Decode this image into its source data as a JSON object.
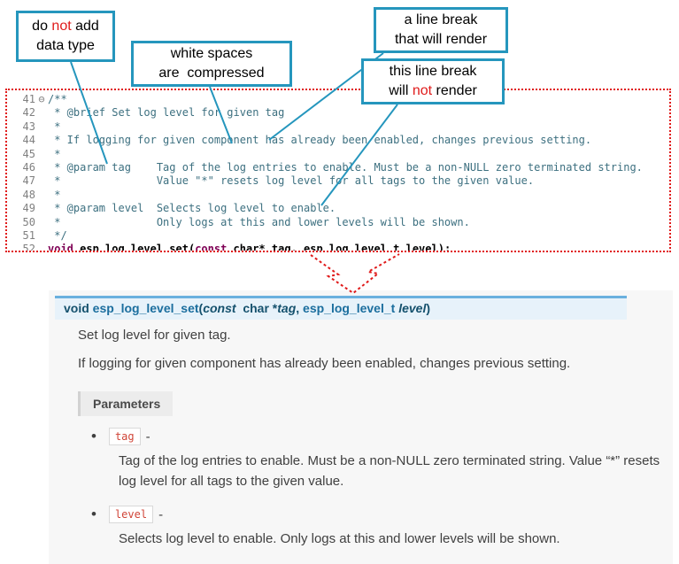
{
  "colors": {
    "accent_teal": "#2596bd",
    "annotation_red": "#e01b1b",
    "comment_text": "#3d7080",
    "keyword_purple": "#7f0055",
    "signature_background": "#e7f2fa",
    "signature_top_border": "#6ab0de",
    "code_literal_red": "#d04437"
  },
  "callouts": {
    "c1": {
      "l1a": "do ",
      "l1b": "not",
      "l1c": " add",
      "l2": "data type"
    },
    "c2": {
      "l1": "white spaces",
      "l2": "are  compressed"
    },
    "c3": {
      "l1": "a line break",
      "l2": "that will render"
    },
    "c4": {
      "l1": "this line break",
      "l2a": "will ",
      "l2b": "not",
      "l2c": " render"
    }
  },
  "code": {
    "lines": [
      {
        "num": "41",
        "fold": "⊖",
        "text": "/**"
      },
      {
        "num": "42",
        "text": " * @brief Set log level for given tag"
      },
      {
        "num": "43",
        "text": " *"
      },
      {
        "num": "44",
        "text": " * If logging for given component has already been enabled, changes previous setting."
      },
      {
        "num": "45",
        "text": " *"
      },
      {
        "num": "46",
        "text": " * @param tag    Tag of the log entries to enable. Must be a non-NULL zero terminated string."
      },
      {
        "num": "47",
        "text": " *               Value \"*\" resets log level for all tags to the given value."
      },
      {
        "num": "48",
        "text": " *"
      },
      {
        "num": "49",
        "text": " * @param level  Selects log level to enable."
      },
      {
        "num": "50",
        "text": " *               Only logs at this and lower levels will be shown."
      },
      {
        "num": "51",
        "text": " */"
      }
    ],
    "decl": {
      "num": "52",
      "kw1": "void",
      "name": " esp_log_level_set(",
      "kw2": "const",
      "rest": " char* tag, esp_log_level_t level);"
    }
  },
  "docs": {
    "signature": {
      "kw_void": "void ",
      "name": "esp_log_level_set",
      "paren_open": "(",
      "kw_const": "const ",
      "char_type": " char *",
      "arg1": "tag",
      "sep": ", ",
      "type2": "esp_log_level_t ",
      "arg2": "level",
      "paren_close": ")"
    },
    "para1": "Set log level for given tag.",
    "para2": "If logging for given component has already been enabled, changes previous setting.",
    "parameters_label": "Parameters",
    "params": [
      {
        "name": "tag",
        "dash": "-",
        "desc": "Tag of the log entries to enable. Must be a non-NULL zero terminated string. Value “*” resets log level for all tags to the given value."
      },
      {
        "name": "level",
        "dash": "-",
        "desc": "Selects log level to enable. Only logs at this and lower levels will be shown."
      }
    ]
  }
}
